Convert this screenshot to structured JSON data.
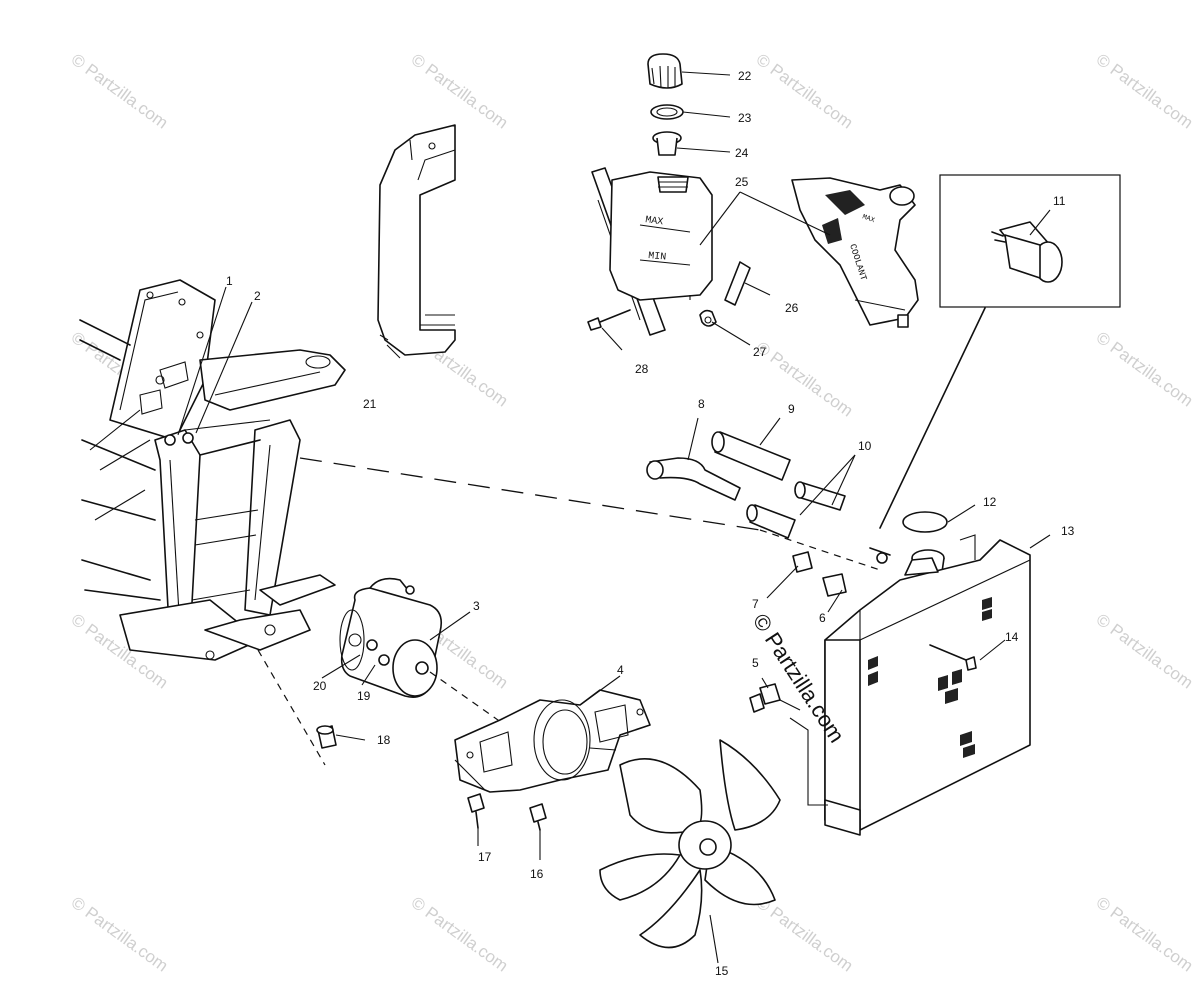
{
  "diagram": {
    "callouts": {
      "n1": "1",
      "n2": "2",
      "n3": "3",
      "n4": "4",
      "n5": "5",
      "n6": "6",
      "n7": "7",
      "n8": "8",
      "n9": "9",
      "n10": "10",
      "n11": "11",
      "n12": "12",
      "n13": "13",
      "n14": "14",
      "n15": "15",
      "n16": "16",
      "n17": "17",
      "n18": "18",
      "n19": "19",
      "n20": "20",
      "n21": "21",
      "n22": "22",
      "n23": "23",
      "n24": "24",
      "n25": "25",
      "n26": "26",
      "n27": "27",
      "n28": "28"
    },
    "tank_labels": {
      "max": "MAX",
      "min": "MIN"
    },
    "bottle_labels": {
      "coolant": "COOLANT",
      "max": "MAX"
    }
  },
  "watermark": {
    "small_text": "© Partzilla.com",
    "main_text": "© Partzilla.com",
    "color": "#cfcfcf"
  }
}
